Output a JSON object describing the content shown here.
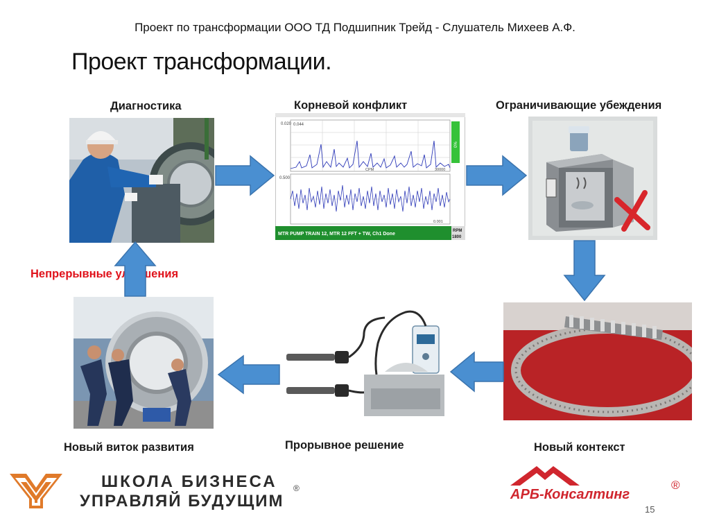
{
  "header": {
    "subtitle": "Проект по трансформации ООО ТД Подшипник Трейд  -   Слушатель Михеев А.Ф."
  },
  "title": "Проект трансформации.",
  "steps": {
    "diagnostics": "Диагностика",
    "root_conflict": "Корневой конфликт",
    "limiting_beliefs": "Ограничивающие убеждения",
    "new_context": "Новый контекст",
    "breakthrough": "Прорывное решение",
    "new_round": "Новый виток развития",
    "continuous": "Непрерывные улучшения"
  },
  "analyzer": {
    "top_label": "0.020",
    "top_val": "0.044",
    "mid_top": "0.500",
    "axis_end": "30000",
    "bottom_axis": "0.001",
    "cpm": "CPM",
    "status": "MTR PUMP TRAIN 12, MTR 12 FFT + TW, Ch1 Done",
    "rpm_label": "RPM",
    "rpm_value": "1800",
    "side_label": "0%"
  },
  "logos": {
    "school_line1": "ШКОЛА БИЗНЕСА",
    "school_line2": "УПРАВЛЯЙ БУДУЩИМ",
    "school_reg": "®",
    "arb": "АРБ-Консалтинг",
    "arb_reg": "®"
  },
  "page_number": "15",
  "colors": {
    "arrow": "#4a8fd1",
    "accent_red": "#e0121b",
    "brand_red": "#d0262e"
  }
}
